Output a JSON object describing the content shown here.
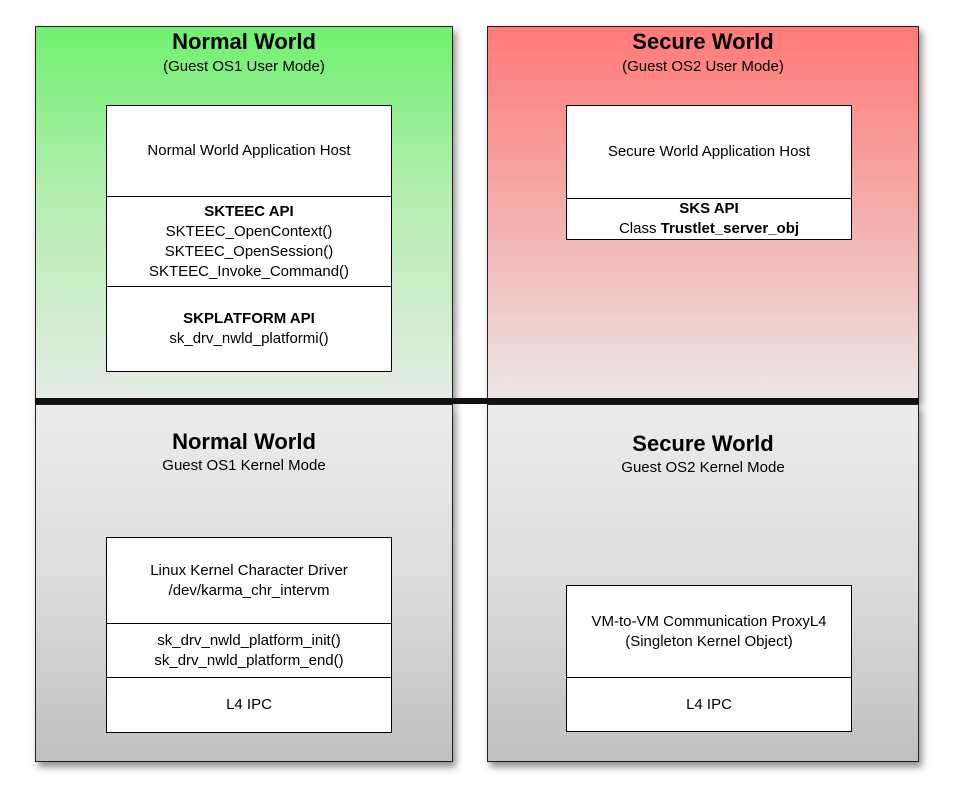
{
  "normal_user": {
    "title": "Normal World",
    "subtitle": "(Guest OS1 User Mode)",
    "host": "Normal World Application Host",
    "api_title": "SKTEEC API",
    "api_lines": [
      "SKTEEC_OpenContext()",
      "SKTEEC_OpenSession()",
      "SKTEEC_Invoke_Command()"
    ],
    "platform_title": "SKPLATFORM API",
    "platform_line": "sk_drv_nwld_platformi()"
  },
  "secure_user": {
    "title": "Secure World",
    "subtitle": "(Guest OS2 User Mode)",
    "host": "Secure World Application Host",
    "api_title": "SKS API",
    "api_class_prefix": "Class ",
    "api_class_name": "Trustlet_server_obj"
  },
  "normal_kernel": {
    "title": "Normal World",
    "subtitle": "Guest OS1 Kernel Mode",
    "driver_line1": "Linux Kernel Character Driver",
    "driver_line2": "/dev/karma_chr_intervm",
    "func_lines": [
      "sk_drv_nwld_platform_init()",
      "sk_drv_nwld_platform_end()"
    ],
    "ipc": "L4 IPC"
  },
  "secure_kernel": {
    "title": "Secure World",
    "subtitle": "Guest OS2 Kernel Mode",
    "proxy_line1": "VM-to-VM Communication ProxyL4",
    "proxy_line2": "(Singleton Kernel Object)",
    "ipc": "L4 IPC"
  },
  "colors": {
    "normal_user_top": "#6ff06f",
    "secure_user_top": "#ff7a78",
    "kernel_bottom": "#c0c0c0",
    "divider": "#111111"
  }
}
